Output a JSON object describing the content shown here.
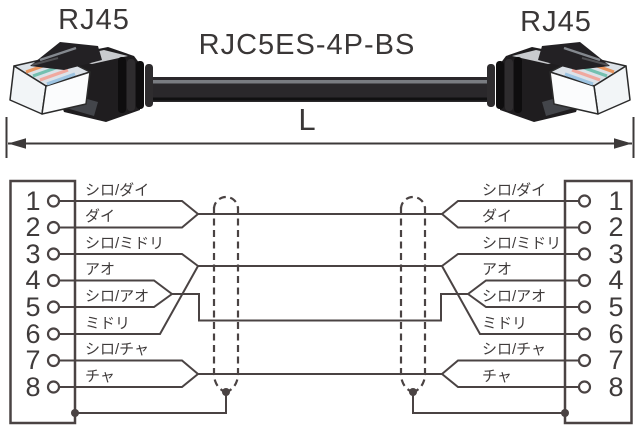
{
  "header": {
    "rj45_left": "RJ45",
    "rj45_right": "RJ45",
    "model": "RJC5ES-4P-BS",
    "length_symbol": "L"
  },
  "wiring": {
    "left_pins": [
      {
        "number": "1",
        "label": "シロ/ダイ"
      },
      {
        "number": "2",
        "label": "ダイ"
      },
      {
        "number": "3",
        "label": "シロ/ミドリ"
      },
      {
        "number": "4",
        "label": "アオ"
      },
      {
        "number": "5",
        "label": "シロ/アオ"
      },
      {
        "number": "6",
        "label": "ミドリ"
      },
      {
        "number": "7",
        "label": "シロ/チャ"
      },
      {
        "number": "8",
        "label": "チャ"
      }
    ],
    "right_pins": [
      {
        "number": "1",
        "label": "シロ/ダイ"
      },
      {
        "number": "2",
        "label": "ダイ"
      },
      {
        "number": "3",
        "label": "シロ/ミドリ"
      },
      {
        "number": "4",
        "label": "アオ"
      },
      {
        "number": "5",
        "label": "シロ/アオ"
      },
      {
        "number": "6",
        "label": "ミドリ"
      },
      {
        "number": "7",
        "label": "シロ/チャ"
      },
      {
        "number": "8",
        "label": "チャ"
      }
    ]
  },
  "colors": {
    "line": "#4a4343",
    "text": "#3a3737",
    "wire_stripe_orange": "#e8955f",
    "wire_stripe_teal": "#74c0b0",
    "wire_stripe_pink": "#f0a89e",
    "wire_stripe_blue": "#9dc4e2"
  }
}
